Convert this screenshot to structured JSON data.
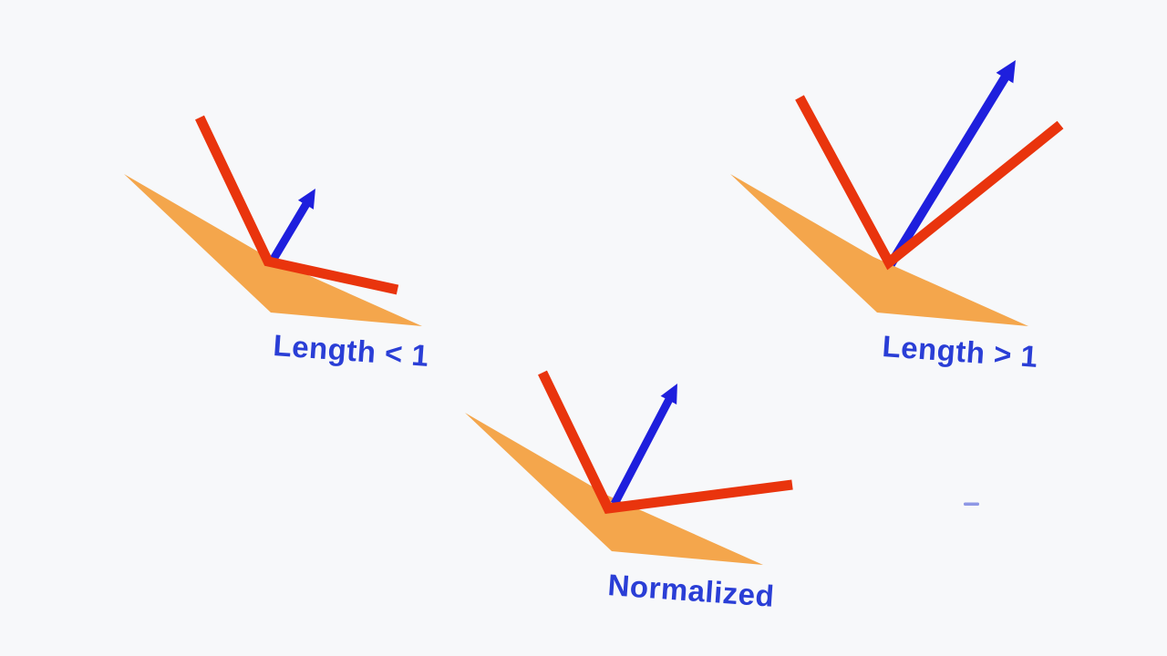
{
  "figure": {
    "kind": "normal-vector-length-illustration"
  },
  "diagrams": [
    {
      "id": "length-less-than-1",
      "label": "Length < 1"
    },
    {
      "id": "length-greater-than-1",
      "label": "Length > 1"
    },
    {
      "id": "normalized",
      "label": "Normalized"
    }
  ],
  "colors": {
    "background": "#f7f8fa",
    "plane": "#f4a64c",
    "edge": "#e9340d",
    "arrow": "#1e1fdd",
    "label": "#2a3ed6",
    "dash": "#7b86e0"
  }
}
